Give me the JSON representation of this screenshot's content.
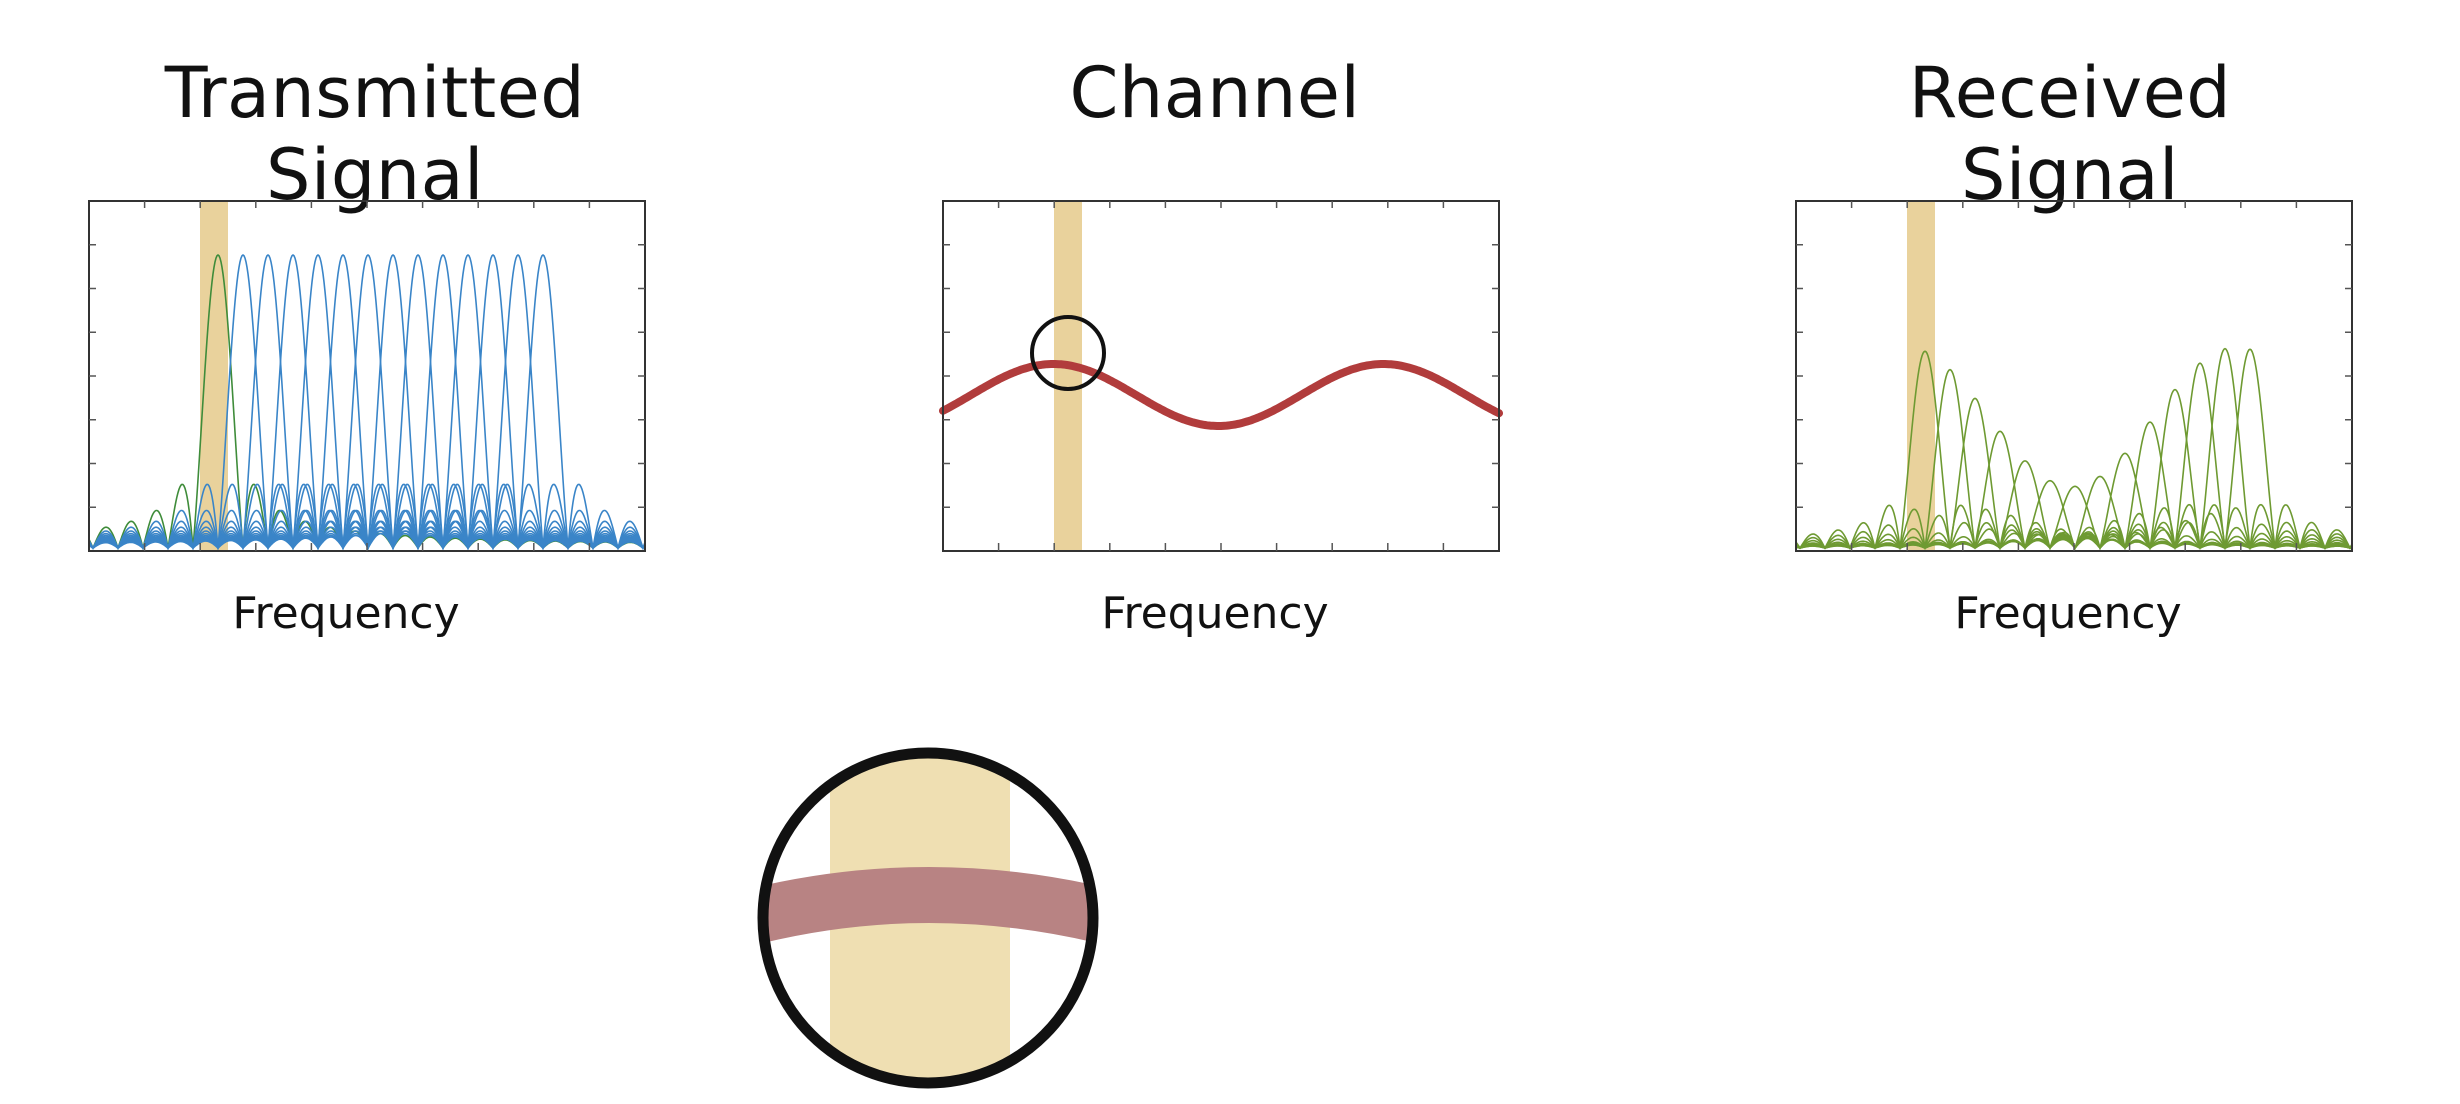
{
  "panels": [
    {
      "id": "transmitted",
      "title": "Transmitted Signal",
      "xlabel": "Frequency",
      "color": "#3a85c8",
      "highlight_color": "#3f8c3a"
    },
    {
      "id": "channel",
      "title": "Channel",
      "xlabel": "Frequency",
      "color": "#b13c3c"
    },
    {
      "id": "received",
      "title": "Received Signal",
      "xlabel": "Frequency",
      "color": "#6e9a32"
    }
  ],
  "colors": {
    "band": "#e3c783",
    "band_light": "#efdfb2",
    "frame": "#333333",
    "zoom_line": "#b88383",
    "circle": "#111111"
  },
  "diagram": {
    "subcarrier_count": 14,
    "highlighted_subcarrier": 1,
    "highlighted_subcarrier_color": "#3f8c3a",
    "channel_shape": "sinusoidal frequency response",
    "zoom_detail": "magnified view of channel response inside highlighted band"
  }
}
